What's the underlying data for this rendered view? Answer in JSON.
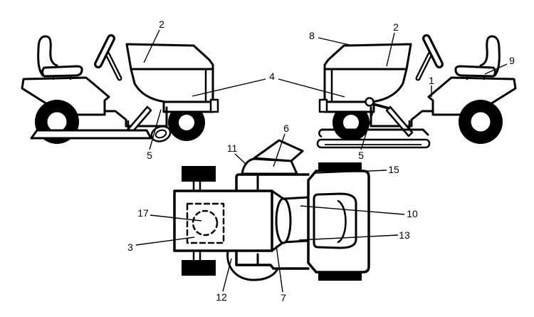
{
  "diagram": {
    "kind": "tractor three-view line illustration with numbered callouts",
    "background_color": "#ffffff",
    "line_color": "#000000",
    "views": [
      {
        "name": "left-side-view",
        "callout_labels": [
          "2",
          "4",
          "5"
        ]
      },
      {
        "name": "right-side-view",
        "callout_labels": [
          "8",
          "2",
          "4",
          "1",
          "9",
          "5"
        ]
      },
      {
        "name": "top-view",
        "callout_labels": [
          "6",
          "11",
          "15",
          "10",
          "13",
          "17",
          "3",
          "12",
          "7"
        ]
      }
    ]
  },
  "callouts": {
    "c2_left": "2",
    "c4": "4",
    "c5_left": "5",
    "c8": "8",
    "c2_right": "2",
    "c9": "9",
    "c1": "1",
    "c5_right": "5",
    "c6": "6",
    "c11": "11",
    "c15": "15",
    "c10": "10",
    "c13": "13",
    "c17": "17",
    "c3": "3",
    "c12": "12",
    "c7": "7"
  }
}
